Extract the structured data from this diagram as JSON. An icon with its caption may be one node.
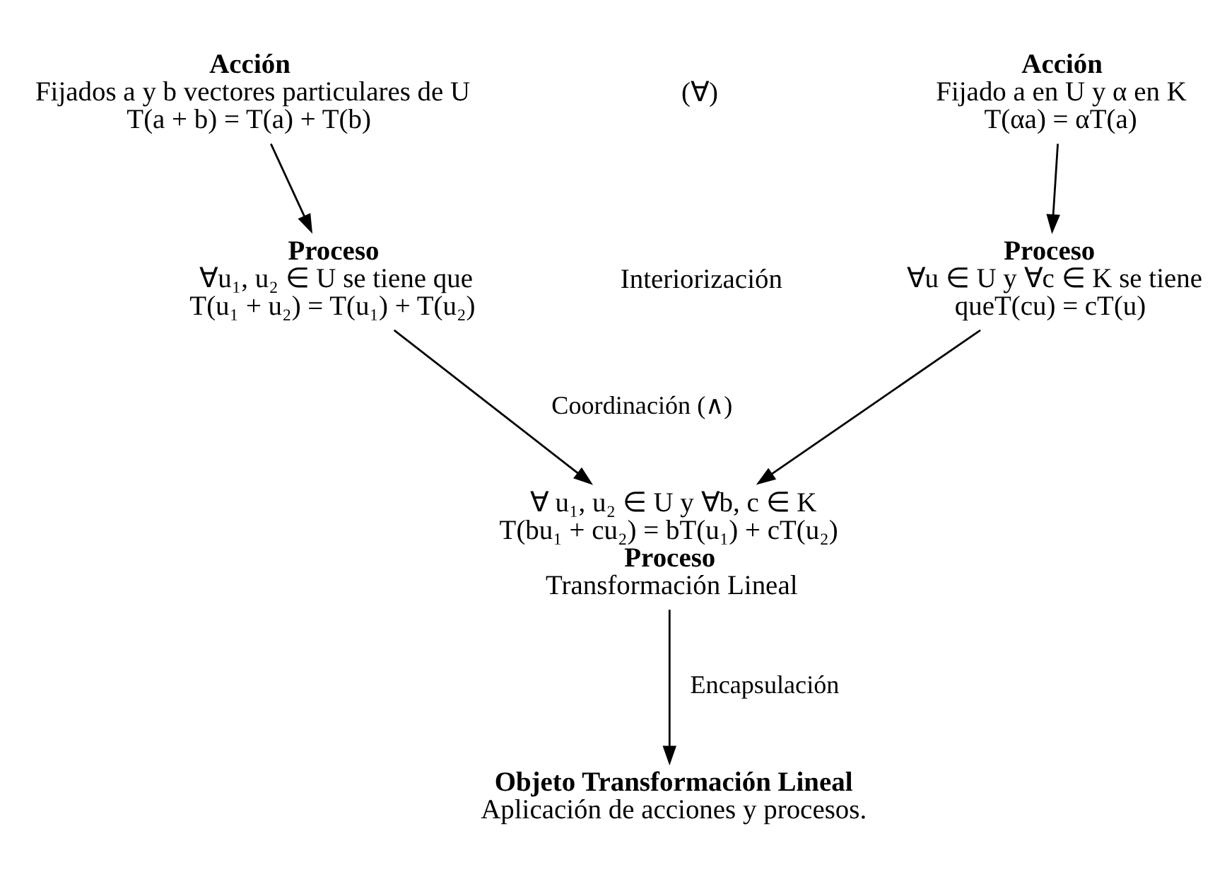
{
  "diagram": {
    "nodes": [
      {
        "text": [
          "Acción",
          "Fijados a y b vectores particulares de U",
          "T(a + b) = T(a) + T(b)"
        ]
      },
      {
        "text": [
          "Acción",
          "Fijado a en U y α en K",
          "T(αa) = αT(a)"
        ]
      },
      {
        "text": [
          "Proceso",
          "∀u₁, u₂ ∈ U se tiene que",
          "T(u₁ + u₂) = T(u₁) + T(u₂)"
        ]
      },
      {
        "text": [
          "Proceso",
          "∀u ∈ U y ∀c ∈ K se tiene",
          "queT(cu) = cT(u)"
        ]
      },
      {
        "text": [
          "∀ u₁, u₂ ∈ U y ∀b, c ∈ K",
          "T(bu₁ + cu₂) = bT(u₁) + cT(u₂)",
          "Proceso",
          "Transformación Lineal"
        ]
      },
      {
        "text": [
          "Objeto Transformación Lineal",
          "Aplicación de acciones y procesos."
        ]
      }
    ],
    "edges": [
      {
        "from": 0,
        "to": 2,
        "arrow": "to"
      },
      {
        "from": 1,
        "to": 3,
        "arrow": "to"
      },
      {
        "from": 2,
        "to": 4,
        "arrow": "to",
        "label": "Coordinación (∧)"
      },
      {
        "from": 3,
        "to": 4,
        "arrow": "to"
      },
      {
        "from": 4,
        "to": 5,
        "arrow": "to",
        "label": "Encapsulación"
      }
    ],
    "labels": [
      "(∀)",
      "Interiorización"
    ]
  }
}
